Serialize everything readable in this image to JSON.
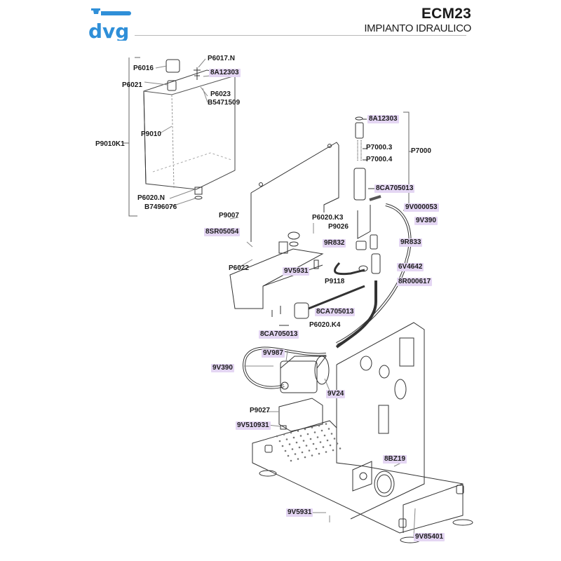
{
  "header": {
    "brand": "dvg",
    "model": "ECM23",
    "section": "IMPIANTO IDRAULICO",
    "brand_color": "#2f8fd8",
    "highlight_color": "#e4d6f3"
  },
  "labels": [
    {
      "id": "P6017.N",
      "text": "P6017.N",
      "highlighted": false
    },
    {
      "id": "P6016",
      "text": "P6016",
      "highlighted": false
    },
    {
      "id": "8A12303-tank",
      "text": "8A12303",
      "highlighted": true
    },
    {
      "id": "P6021",
      "text": "P6021",
      "highlighted": false
    },
    {
      "id": "P6023",
      "text": "P6023",
      "highlighted": false
    },
    {
      "id": "B5471509",
      "text": "B5471509",
      "highlighted": false
    },
    {
      "id": "P9010",
      "text": "P9010",
      "highlighted": false
    },
    {
      "id": "P9010K1",
      "text": "P9010K1",
      "highlighted": false
    },
    {
      "id": "P6020.N",
      "text": "P6020.N",
      "highlighted": false
    },
    {
      "id": "B7496076",
      "text": "B7496076",
      "highlighted": false
    },
    {
      "id": "8A12303-valve",
      "text": "8A12303",
      "highlighted": true
    },
    {
      "id": "P7000.3",
      "text": "P7000.3",
      "highlighted": false
    },
    {
      "id": "P7000",
      "text": "P7000",
      "highlighted": false
    },
    {
      "id": "P7000.4",
      "text": "P7000.4",
      "highlighted": false
    },
    {
      "id": "8CA705013-top",
      "text": "8CA705013",
      "highlighted": true
    },
    {
      "id": "9V000053",
      "text": "9V000053",
      "highlighted": true
    },
    {
      "id": "P9007",
      "text": "P9007",
      "highlighted": false
    },
    {
      "id": "P6020.K3",
      "text": "P6020.K3",
      "highlighted": false
    },
    {
      "id": "9V390-right",
      "text": "9V390",
      "highlighted": true
    },
    {
      "id": "P9026",
      "text": "P9026",
      "highlighted": false
    },
    {
      "id": "8SR05054",
      "text": "8SR05054",
      "highlighted": true
    },
    {
      "id": "9R832",
      "text": "9R832",
      "highlighted": true
    },
    {
      "id": "9R833",
      "text": "9R833",
      "highlighted": true
    },
    {
      "id": "P6022",
      "text": "P6022",
      "highlighted": false
    },
    {
      "id": "6V4642",
      "text": "6V4642",
      "highlighted": true
    },
    {
      "id": "9V5931-top",
      "text": "9V5931",
      "highlighted": true
    },
    {
      "id": "P9118",
      "text": "P9118",
      "highlighted": false
    },
    {
      "id": "8R000617",
      "text": "8R000617",
      "highlighted": true
    },
    {
      "id": "8CA705013-mid",
      "text": "8CA705013",
      "highlighted": true
    },
    {
      "id": "P6020.K4",
      "text": "P6020.K4",
      "highlighted": false
    },
    {
      "id": "8CA705013-low",
      "text": "8CA705013",
      "highlighted": true
    },
    {
      "id": "9V987",
      "text": "9V987",
      "highlighted": true
    },
    {
      "id": "9V390-left",
      "text": "9V390",
      "highlighted": true
    },
    {
      "id": "9V24",
      "text": "9V24",
      "highlighted": true
    },
    {
      "id": "P9027",
      "text": "P9027",
      "highlighted": false
    },
    {
      "id": "9V510931",
      "text": "9V510931",
      "highlighted": true
    },
    {
      "id": "8BZ19",
      "text": "8BZ19",
      "highlighted": true
    },
    {
      "id": "9V5931-bottom",
      "text": "9V5931",
      "highlighted": true
    },
    {
      "id": "9V85401",
      "text": "9V85401",
      "highlighted": true
    }
  ]
}
